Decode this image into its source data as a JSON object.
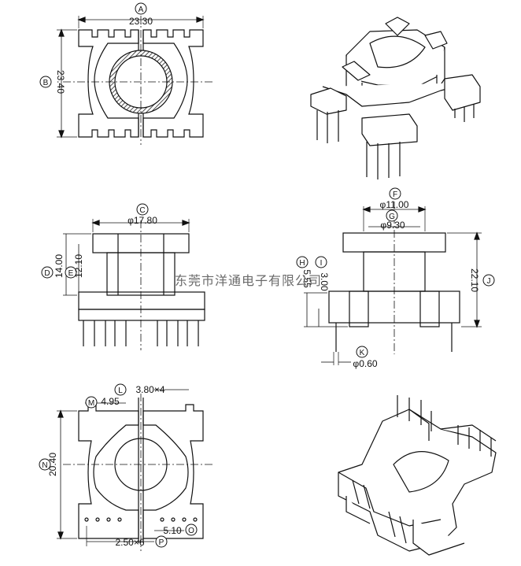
{
  "watermark": "东莞市洋通电子有限公司",
  "views": {
    "top": {
      "width_letter": "A",
      "width_value": "23.30",
      "height_letter": "B",
      "height_value": "23.40"
    },
    "front": {
      "c_letter": "C",
      "c_value": "φ17.80",
      "d_letter": "D",
      "d_value": "14.00",
      "e_letter": "E",
      "e_value": "12.10"
    },
    "side": {
      "f_letter": "F",
      "f_value": "φ11.00",
      "g_letter": "G",
      "g_value": "φ9.30",
      "h_letter": "H",
      "h_value": "5.55",
      "i_letter": "I",
      "i_value": "3.00",
      "j_letter": "J",
      "j_value": "22.10",
      "k_letter": "K",
      "k_value": "φ0.60"
    },
    "bottom": {
      "l_letter": "L",
      "l_value": "3.80×4",
      "m_letter": "M",
      "m_value": "4.95",
      "n_letter": "N",
      "n_value": "20.40",
      "o_letter": "O",
      "o_value": "5.10",
      "p_letter": "P",
      "p_value": "2.50×6"
    }
  }
}
